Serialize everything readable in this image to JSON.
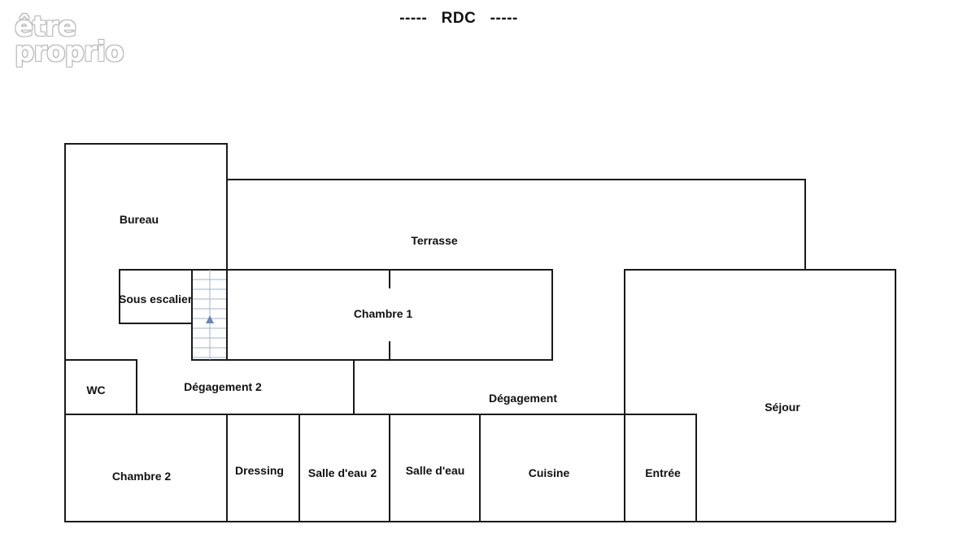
{
  "logo": {
    "line1": "être",
    "line2": "proprio"
  },
  "title": "-----   RDC   -----",
  "colors": {
    "wall": "#1a1a1a",
    "stair_line": "#a0b4cc",
    "arrow": "#6a86b8"
  },
  "icons": {
    "stairs_arrow": "triangle-up"
  },
  "rooms": {
    "bureau": "Bureau",
    "terrasse": "Terrasse",
    "sous_escalier": "Sous escalier",
    "chambre1": "Chambre 1",
    "wc": "WC",
    "degagement2": "Dégagement 2",
    "degagement": "Dégagement",
    "sejour": "Séjour",
    "chambre2": "Chambre 2",
    "dressing": "Dressing",
    "salle_eau2": "Salle d'eau 2",
    "salle_eau": "Salle d'eau",
    "cuisine": "Cuisine",
    "entree": "Entrée"
  }
}
